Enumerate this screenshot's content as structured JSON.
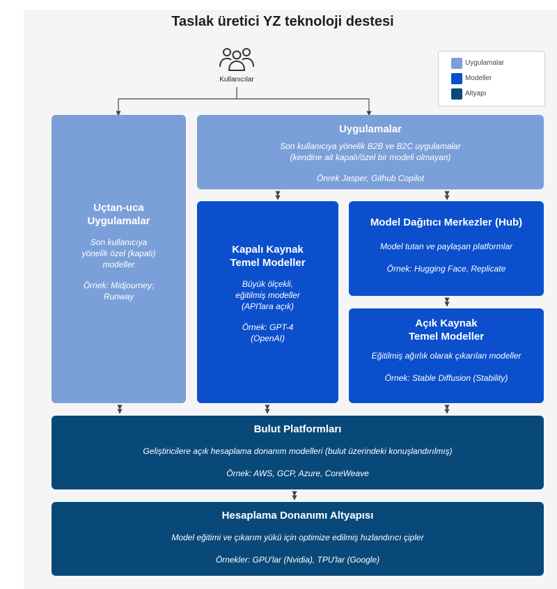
{
  "title": "Taslak üretici YZ teknoloji destesi",
  "users": {
    "label": "Kullanıcılar",
    "icon": "users-icon"
  },
  "legend": {
    "items": [
      {
        "label": "Uygulamalar",
        "color": "#7b9fd8"
      },
      {
        "label": "Modeller",
        "color": "#0b4fcc"
      },
      {
        "label": "Altyapı",
        "color": "#08497a"
      }
    ]
  },
  "boxes": {
    "uctan_uca": {
      "title_line1": "Uçtan-uca",
      "title_line2": "Uygulamalar",
      "desc1": "Son kullanıcıya",
      "desc2": "yönelik özel (kapalı)",
      "desc3": "modeller",
      "ex1": "Örnek: Midjourney;",
      "ex2": "Runway"
    },
    "uygulamalar": {
      "title": "Uygulamalar",
      "desc1": "Son kullanıcıya yönelik B2B ve B2C uygulamalar",
      "desc2": "(kendine ait kapalı/özel bir  modeli olmayan)",
      "ex": "Önrek Jasper, Github Copilot"
    },
    "kapali": {
      "title_line1": "Kapalı Kaynak",
      "title_line2": "Temel Modeller",
      "desc1": "Büyük ölçekli,",
      "desc2": "eğitilmiş modeller",
      "desc3": "(API'lara açık)",
      "ex1": "Örnek: GPT-4",
      "ex2": "(OpenAI)"
    },
    "hub": {
      "title": "Model Dağıtıcı Merkezler (Hub)",
      "desc": "Model tutan ve paylaşan platformlar",
      "ex": "Örnek: Hugging Face, Replicate"
    },
    "acik": {
      "title_line1": "Açık Kaynak",
      "title_line2": "Temel Modeller",
      "desc": "Eğitilmiş ağırlık olarak çıkarılan modeller",
      "ex": "Örnek: Stable Diffusion (Stability)"
    },
    "bulut": {
      "title": "Bulut Platformları",
      "desc": "Geliştiricilere açık hesaplama donanım modelleri  (bulut üzerindeki konuşlandırılmış)",
      "ex": "Örnek: AWS, GCP, Azure, CoreWeave"
    },
    "donanim": {
      "title": "Hesaplama Donanımı Altyapısı",
      "desc": "Model eğitimi ve çıkarım yükü için optimize edilmiş hızlandırıcı çipler",
      "ex": "Örnekler: GPU'lar (Nvidia), TPU'lar (Google)"
    }
  }
}
